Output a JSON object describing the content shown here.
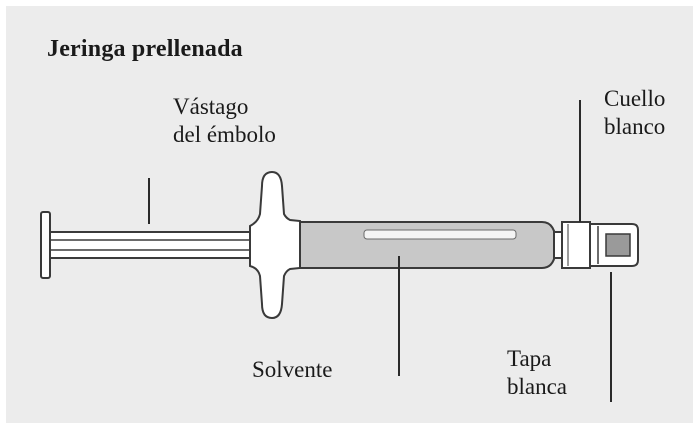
{
  "title": "Jeringa prellenada",
  "labels": {
    "plunger_line1": "Vástago",
    "plunger_line2": "del émbolo",
    "collar_line1": "Cuello",
    "collar_line2": "blanco",
    "solvent": "Solvente",
    "cap_line1": "Tapa",
    "cap_line2": "blanca"
  },
  "colors": {
    "panel": "#ececec",
    "outline": "#3a3a3a",
    "barrel_fill": "#c8c8c8",
    "body_fill": "#ffffff"
  }
}
